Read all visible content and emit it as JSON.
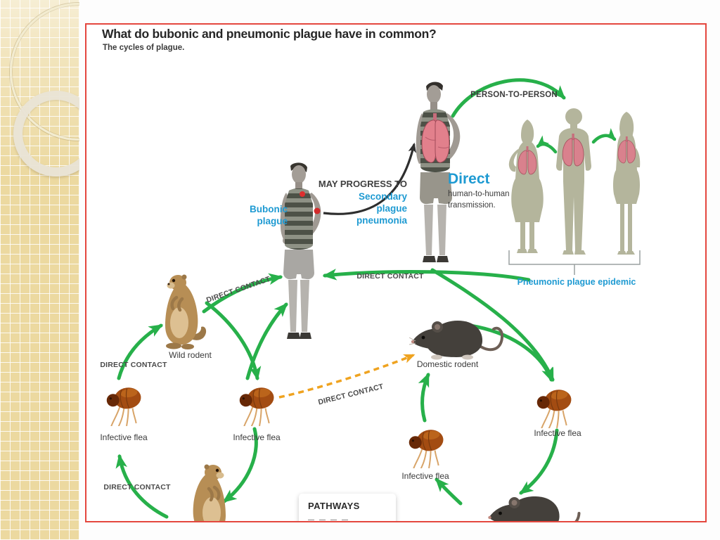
{
  "slide": {
    "title": "What do bubonic and pneumonic plague have in common?",
    "subtitle": "The cycles of plague."
  },
  "diagram": {
    "person_to_person": "PERSON-TO-PERSON",
    "may_progress_to": "MAY PROGRESS TO",
    "secondary": [
      "Secondary",
      "plague",
      "pneumonia"
    ],
    "bubonic": [
      "Bubonic",
      "plague"
    ],
    "direct": {
      "title": "Direct",
      "line1": "human-to-human",
      "line2": "transmission."
    },
    "pneumonic_epidemic": "Pneumonic plague epidemic",
    "wild_rodent": "Wild rodent",
    "domestic_rodent": "Domestic rodent",
    "infective_flea": "Infective flea",
    "direct_contact": "DIRECT CONTACT",
    "pathways": "PATHWAYS",
    "colors": {
      "arrow_green": "#27b04a",
      "dashed_orange": "#efa320",
      "label_blue": "#1e9ad2",
      "text_dark": "#3c3c3c",
      "border_red": "#e4473e",
      "silhouette_olive": "#b4b59c",
      "lung_pink": "#d9818d"
    }
  }
}
